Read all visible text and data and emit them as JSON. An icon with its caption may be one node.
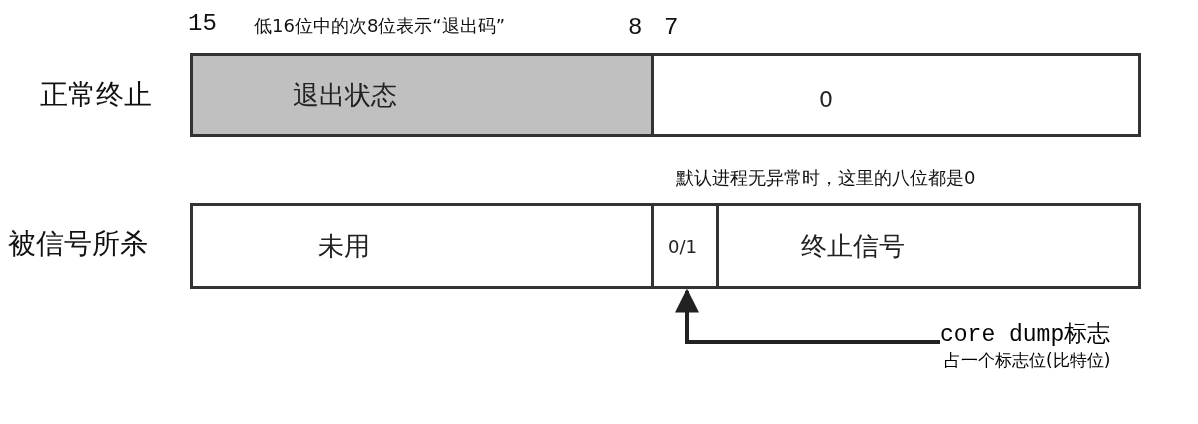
{
  "diagram": {
    "nodes": [
      {
        "text": [
          "退出状态"
        ]
      },
      {
        "text": [
          "0"
        ]
      },
      {
        "text": [
          "未用"
        ]
      },
      {
        "text": [
          "0/1"
        ]
      },
      {
        "text": [
          "终止信号"
        ]
      },
      {
        "text": [
          "core dump标志",
          "占一个标志位(比特位)"
        ]
      }
    ],
    "edges": [
      {
        "from": 5,
        "to": 3,
        "arrow": "to"
      }
    ],
    "labels": [
      "15",
      "低16位中的次8位表示“退出码”",
      "8",
      "7",
      "正常终止",
      "默认进程无异常时，这里的八位都是0",
      "被信号所杀"
    ]
  }
}
